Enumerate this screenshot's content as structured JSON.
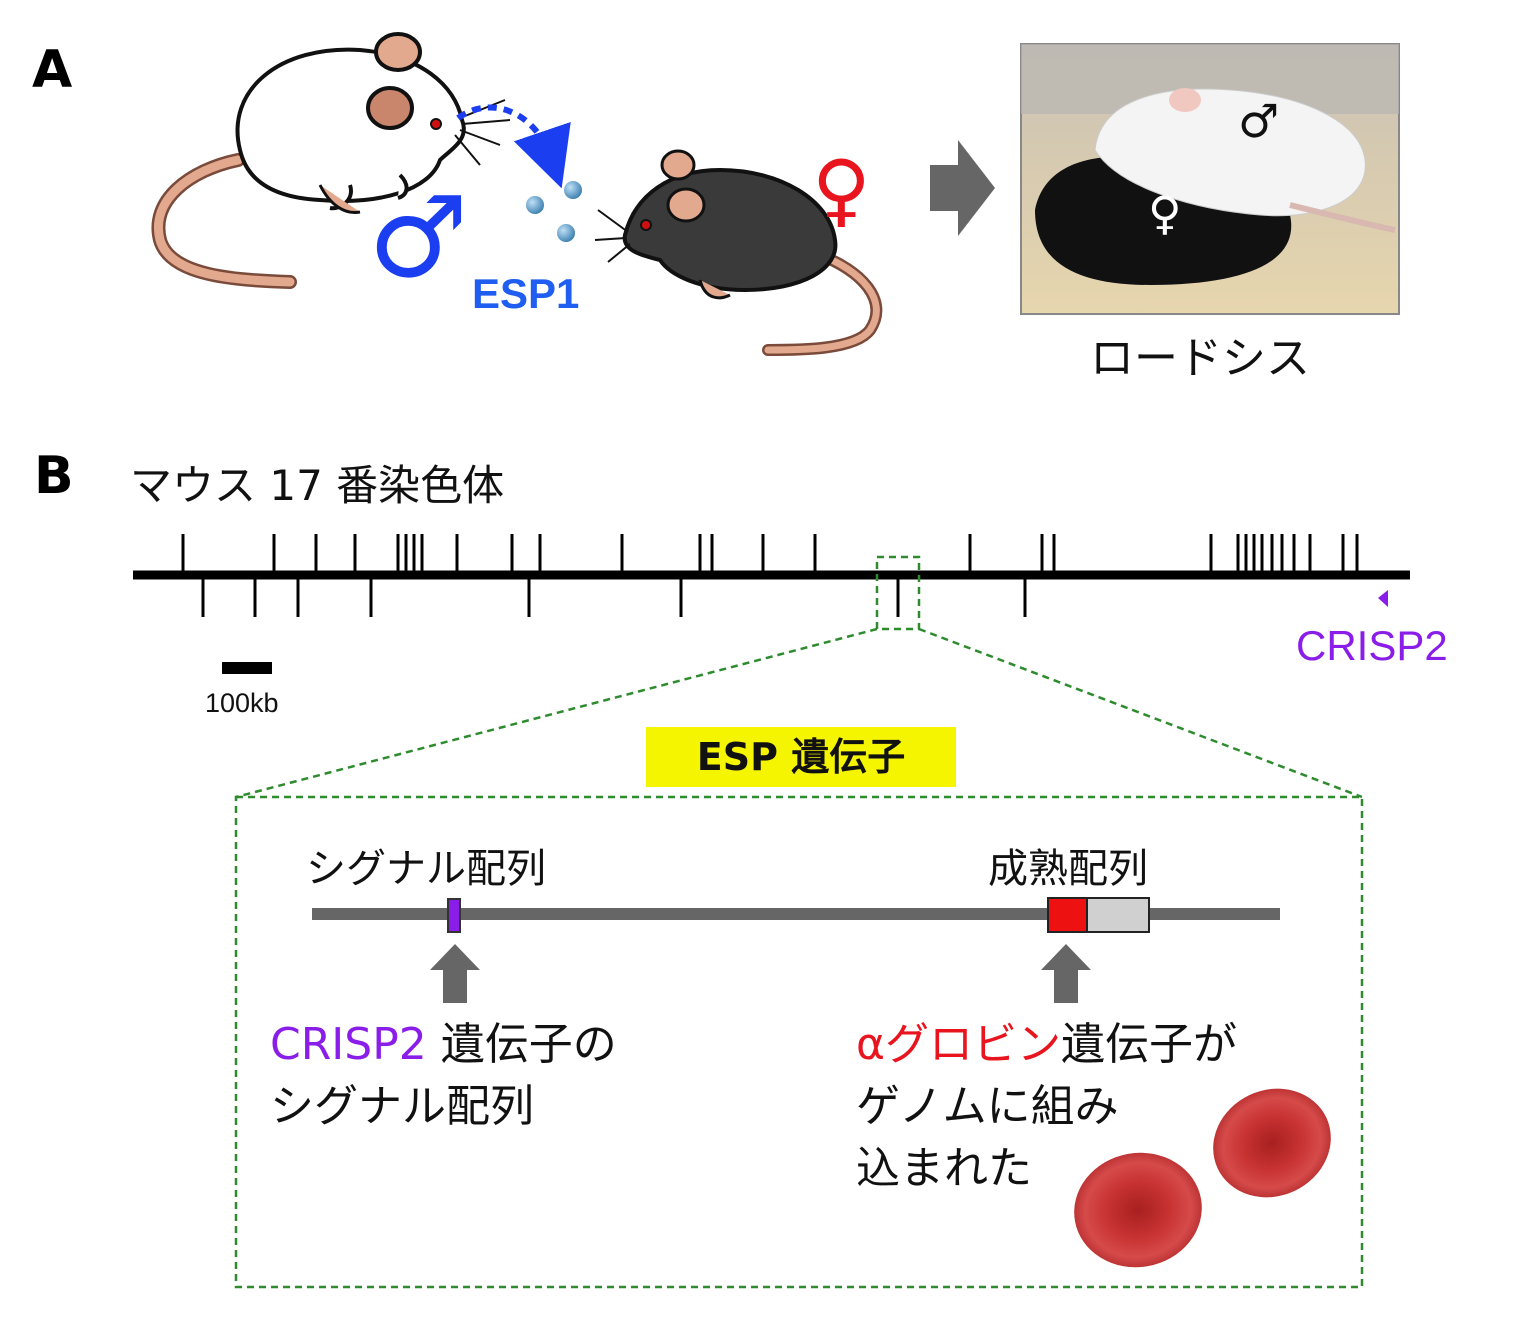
{
  "panel_a": {
    "label": "A",
    "male_symbol": "♂",
    "female_symbol": "♀",
    "pheromone_label": "ESP1",
    "photo_caption": "ロードシス",
    "photo_male_symbol": "♂",
    "photo_female_symbol": "♀",
    "colors": {
      "male": "#1a3ef0",
      "female": "#e8141e",
      "esp1": "#1f5ef0"
    }
  },
  "panel_b": {
    "label": "B",
    "title": "マウス 17 番染色体",
    "scale_bar_label": "100kb",
    "crisp2_label": "CRISP2",
    "gene_title": "ESP 遺伝子",
    "signal_seq_label": "シグナル配列",
    "mature_seq_label": "成熟配列",
    "signal_note_gene": "CRISP2",
    "signal_note_rest": " 遺伝子の",
    "signal_note_line2": "シグナル配列",
    "globin_note_gene": "αグロビン",
    "globin_note_rest": "遺伝子が",
    "globin_note_line2": "ゲノムに組み",
    "globin_note_line3": "込まれた",
    "colors": {
      "crisp2": "#8a1ee8",
      "globin": "#e8141e",
      "highlight": "#f5f500",
      "zoom": "#2e8b2e"
    }
  }
}
